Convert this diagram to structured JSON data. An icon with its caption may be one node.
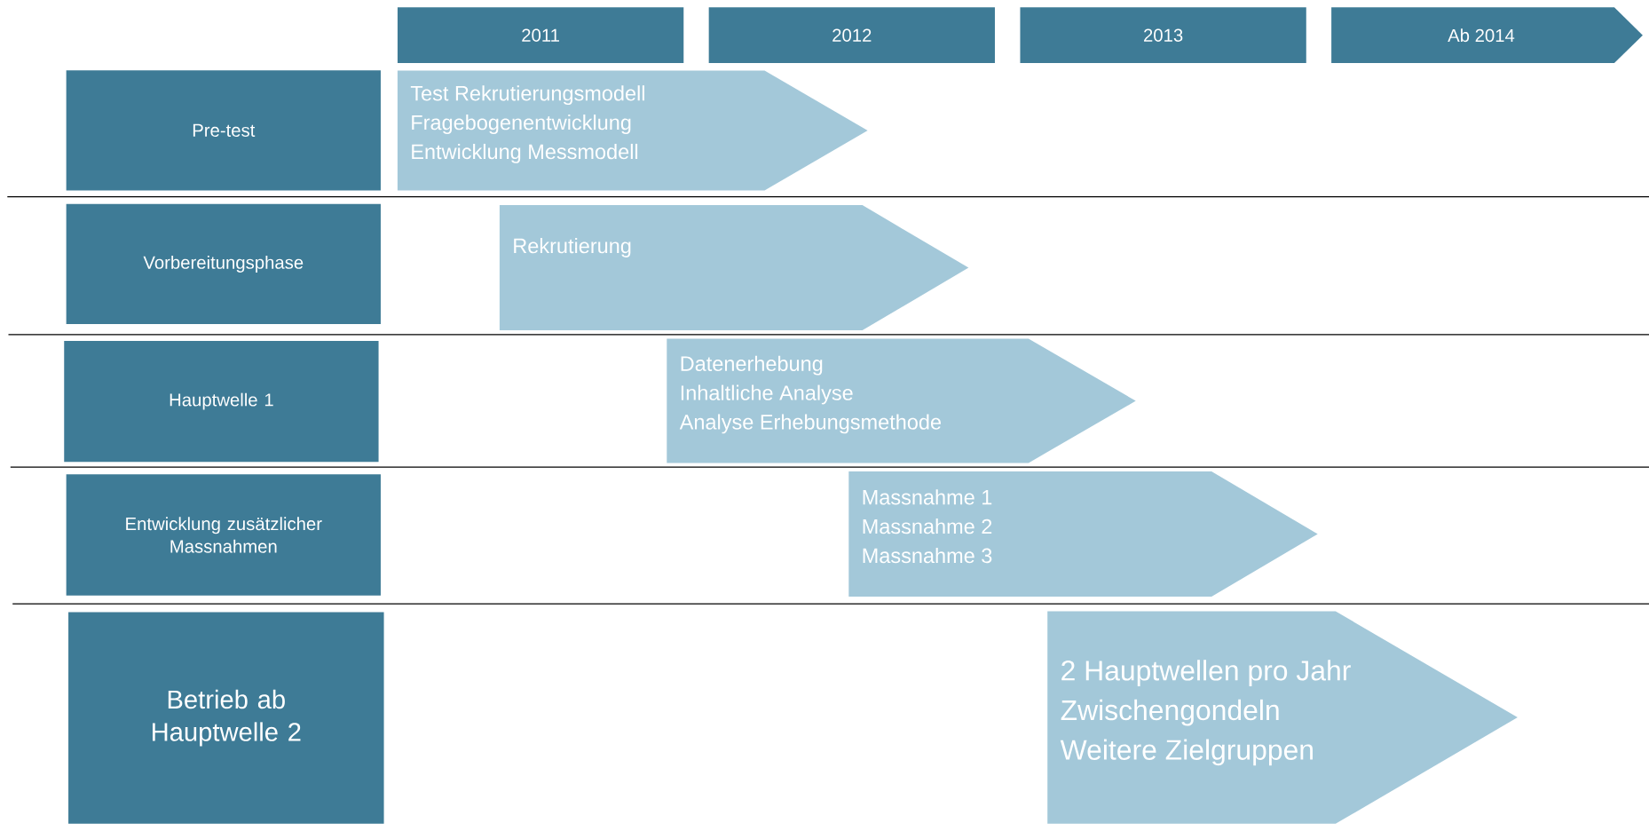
{
  "diagram": {
    "nodes": [
      {
        "text": [
          "2011"
        ]
      },
      {
        "text": [
          "2012"
        ]
      },
      {
        "text": [
          "2013"
        ]
      },
      {
        "text": [
          "Ab 2014"
        ]
      },
      {
        "text": [
          "Pre-test"
        ]
      },
      {
        "text": [
          "Test Rekrutierungsmodell",
          "Fragebogenentwicklung",
          "Entwicklung Messmodell"
        ]
      },
      {
        "text": [
          "Vorbereitungsphase"
        ]
      },
      {
        "text": [
          "Rekrutierung"
        ]
      },
      {
        "text": [
          "Hauptwelle 1"
        ]
      },
      {
        "text": [
          "Datenerhebung",
          "Inhaltliche Analyse",
          "Analyse Erhebungsmethode"
        ]
      },
      {
        "text": [
          "Entwicklung zusätzlicher Massnahmen"
        ]
      },
      {
        "text": [
          "Massnahme 1",
          "Massnahme 2",
          "Massnahme 3"
        ]
      },
      {
        "text": [
          "Betrieb ab Hauptwelle 2"
        ]
      },
      {
        "text": [
          "2 Hauptwellen pro Jahr",
          "Zwischengondeln",
          "Weitere Zielgruppen"
        ]
      }
    ]
  }
}
